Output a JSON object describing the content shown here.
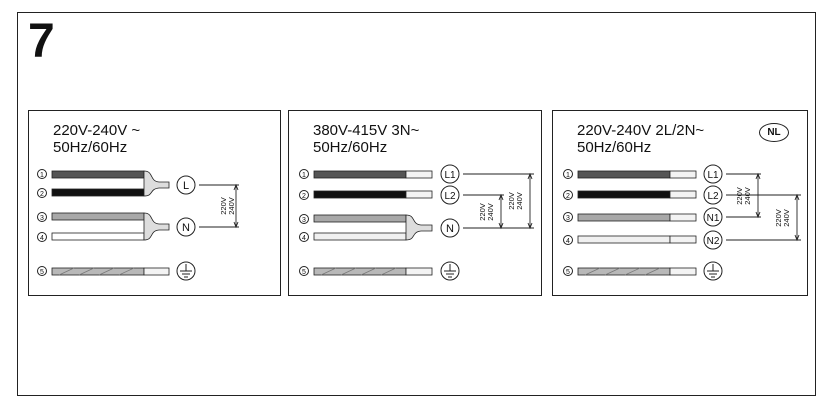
{
  "step_number": "7",
  "panels": [
    {
      "title_line1": "220V-240V ~",
      "title_line2": "50Hz/60Hz",
      "badge": "",
      "wire_numbers": [
        "1",
        "2",
        "3",
        "4",
        "5"
      ],
      "terminals": [
        "L",
        "N"
      ],
      "voltage_label_1": "220V",
      "voltage_label_2": "240V"
    },
    {
      "title_line1": "380V-415V 3N~",
      "title_line2": "50Hz/60Hz",
      "badge": "",
      "wire_numbers": [
        "1",
        "2",
        "3",
        "4",
        "5"
      ],
      "terminals": [
        "L1",
        "L2",
        "N"
      ],
      "voltage_label_1": "220V",
      "voltage_label_2": "240V"
    },
    {
      "title_line1": "220V-240V 2L/2N~",
      "title_line2": "50Hz/60Hz",
      "badge": "NL",
      "wire_numbers": [
        "1",
        "2",
        "3",
        "4",
        "5"
      ],
      "terminals": [
        "L1",
        "L2",
        "N1",
        "N2"
      ],
      "voltage_label_1": "220V",
      "voltage_label_2": "240V"
    }
  ],
  "colors": {
    "wire_dark_grey": "#555555",
    "wire_black": "#111111",
    "wire_grey": "#a8a8a8",
    "wire_white": "#ffffff",
    "wire_earth": "#b8b8b8",
    "outline": "#222222"
  }
}
